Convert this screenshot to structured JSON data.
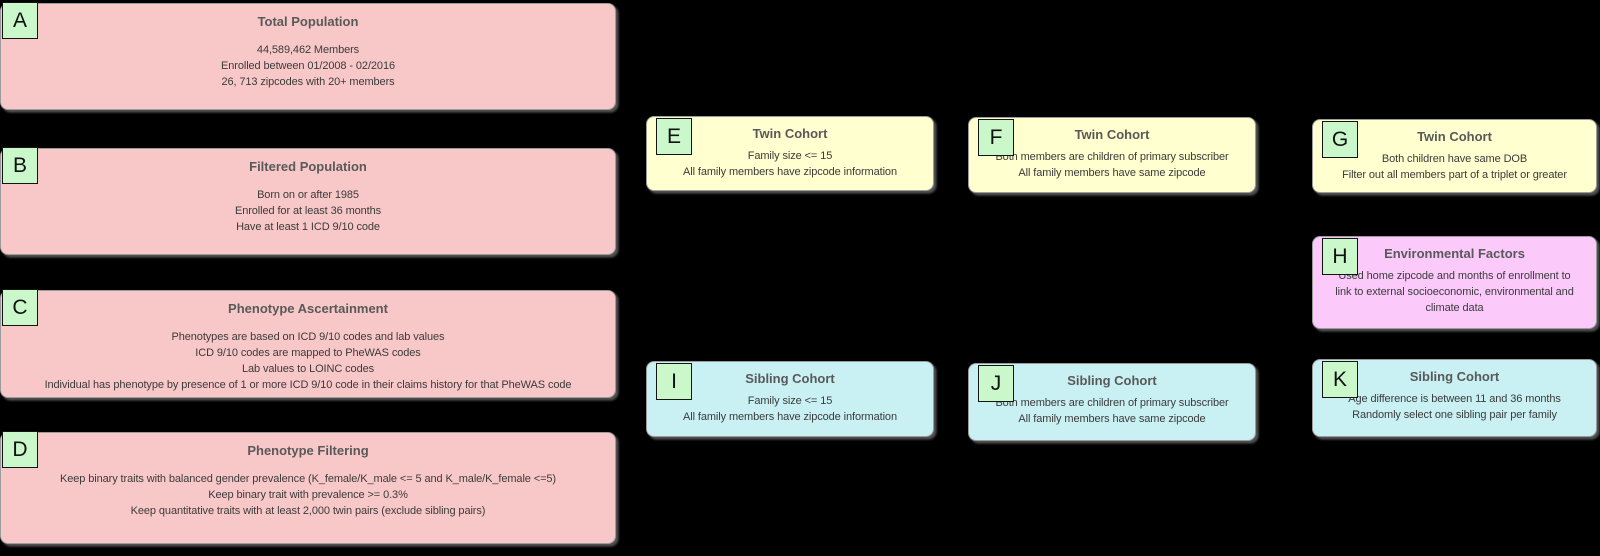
{
  "diagram": {
    "background": "#000000",
    "palette": {
      "population_pink": "#F8C8C8",
      "twin_yellow": "#FFFFCF",
      "sibling_cyan": "#C9F0F3",
      "environment_magenta": "#FBCAFB",
      "step_label_green": "#CBF8CB",
      "box_border": "#9B9B9B",
      "title_text": "#595959",
      "body_text": "#3B3B3B"
    }
  },
  "boxes": [
    {
      "id": "A",
      "title": "Total Population",
      "color": "#F8C8C8",
      "lines": [
        "44,589,462 Members",
        "Enrolled between 01/2008 - 02/2016",
        "26, 713 zipcodes with 20+ members"
      ]
    },
    {
      "id": "B",
      "title": "Filtered Population",
      "color": "#F8C8C8",
      "lines": [
        "Born on or after 1985",
        "Enrolled for at least 36 months",
        "Have at least 1 ICD 9/10 code"
      ]
    },
    {
      "id": "C",
      "title": "Phenotype Ascertainment",
      "color": "#F8C8C8",
      "lines": [
        "Phenotypes are based on ICD 9/10 codes and lab values",
        "ICD 9/10 codes are mapped to PheWAS codes",
        "Lab values to LOINC codes",
        "Individual has phenotype by presence of 1 or more ICD 9/10 code in their claims history for that PheWAS code"
      ]
    },
    {
      "id": "D",
      "title": "Phenotype Filtering",
      "color": "#F8C8C8",
      "lines": [
        "Keep binary traits with balanced gender prevalence (K_female/K_male <= 5 and K_male/K_female <=5)",
        "Keep binary trait with prevalence >= 0.3%",
        "Keep quantitative traits with at least 2,000 twin pairs (exclude sibling pairs)"
      ]
    },
    {
      "id": "E",
      "title": "Twin Cohort",
      "color": "#FFFFCF",
      "lines": [
        "Family size <= 15",
        "All family members have zipcode information"
      ]
    },
    {
      "id": "F",
      "title": "Twin Cohort",
      "color": "#FFFFCF",
      "lines": [
        "Both members are children of primary subscriber",
        "All family members have same zipcode"
      ]
    },
    {
      "id": "G",
      "title": "Twin Cohort",
      "color": "#FFFFCF",
      "lines": [
        "Both children have same DOB",
        "Filter out all members part of a triplet or greater"
      ]
    },
    {
      "id": "H",
      "title": "Environmental Factors",
      "color": "#FBCAFB",
      "lines": [
        "Used home zipcode and months of enrollment to",
        "link to external socioeconomic, environmental and",
        "climate data"
      ]
    },
    {
      "id": "I",
      "title": "Sibling Cohort",
      "color": "#C9F0F3",
      "lines": [
        "Family size <= 15",
        "All family members have zipcode information"
      ]
    },
    {
      "id": "J",
      "title": "Sibling Cohort",
      "color": "#C9F0F3",
      "lines": [
        "Both members are children of primary subscriber",
        "All family members have same zipcode"
      ]
    },
    {
      "id": "K",
      "title": "Sibling Cohort",
      "color": "#C9F0F3",
      "lines": [
        "Age difference is between 11 and 36 months",
        "Randomly select one sibling pair per family"
      ]
    }
  ]
}
